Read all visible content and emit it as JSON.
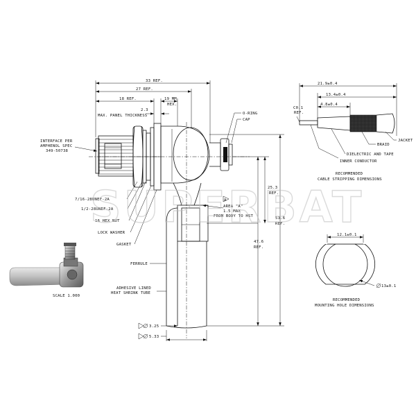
{
  "watermark": "SUPERBAT",
  "dimensions": {
    "overall_length": "33 REF.",
    "body_length": "27 REF.",
    "thread_length": "18 REF.",
    "hex": "19 MM",
    "hex_sub": "HEX.",
    "panel_thickness_value": "2.3",
    "panel_thickness_label": "MAX. PANEL THICKNESS",
    "height_1": "25.3",
    "height_1_ref": "REF.",
    "height_2": "53.6",
    "height_2_ref": "REF.",
    "height_3": "47.6",
    "height_3_ref": "REF.",
    "dia_1": "3.25",
    "dia_2": "5.33"
  },
  "callouts": {
    "interface_1": "INTERFACE PER",
    "interface_2": "AMPHENOL SPEC",
    "interface_3": "349-50738",
    "thread_7_16": "7/16-28UNEF-2A",
    "thread_1_2": "1/2-28UNEF-2A",
    "hex_nut": "16 HEX NUT",
    "lock_washer": "LOCK WASHER",
    "gasket": "GASKET",
    "ferrule": "FERRULE",
    "heat_shrink_1": "ADHESIVE LINED",
    "heat_shrink_2": "HEAT SHRINK TUBE",
    "o_ring": "O-RING",
    "cap": "CAP",
    "area_a_1": "AREA \"A\"",
    "area_a_2": "1.5 MAX",
    "area_a_3": "FROM BODY TO HST",
    "area_symbol": "A"
  },
  "cable_stripping": {
    "dim_total": "21.9±0.4",
    "dim_mid": "13.4±0.4",
    "dim_short": "4.8±0.4",
    "dim_inner": "C0.1",
    "dim_inner_ref": "REF.",
    "jacket": "JACKET",
    "braid": "BRAID",
    "dielectric": "DIELECTRIC AND TAPE",
    "inner_conductor": "INNER CONDUCTOR",
    "title_1": "RECOMMENDED",
    "title_2": "CABLE STRIPPING DIMENSIONS"
  },
  "mounting_hole": {
    "flat": "12.1±0.1",
    "diameter": "13±0.1",
    "title_1": "RECOMMENDED",
    "title_2": "MOUNTING HOLE DIMENSIONS"
  },
  "photo": {
    "scale": "SCALE  1.000"
  }
}
